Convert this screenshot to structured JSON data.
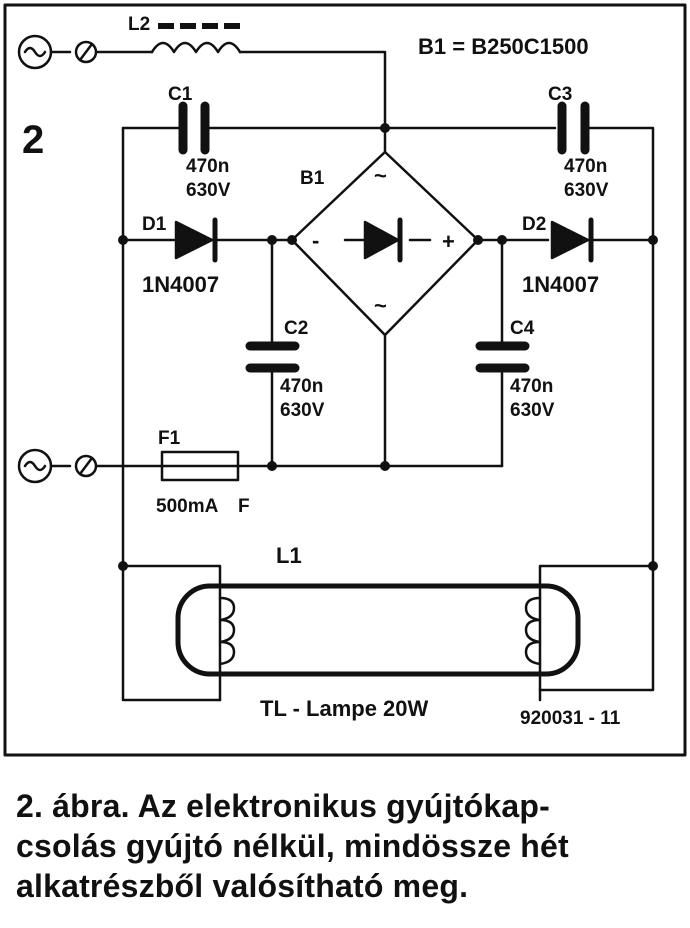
{
  "figure": {
    "number": "2",
    "bridge_spec": "B1 = B250C1500",
    "doc_code": "920031 - 11"
  },
  "components": {
    "L2": {
      "ref": "L2"
    },
    "C1": {
      "ref": "C1",
      "value": "470n",
      "voltage": "630V"
    },
    "C3": {
      "ref": "C3",
      "value": "470n",
      "voltage": "630V"
    },
    "B1": {
      "ref": "B1",
      "minus": "-",
      "plus": "+",
      "ac_top": "~",
      "ac_bottom": "~"
    },
    "D1": {
      "ref": "D1",
      "part": "1N4007"
    },
    "D2": {
      "ref": "D2",
      "part": "1N4007"
    },
    "C2": {
      "ref": "C2",
      "value": "470n",
      "voltage": "630V"
    },
    "C4": {
      "ref": "C4",
      "value": "470n",
      "voltage": "630V"
    },
    "F1": {
      "ref": "F1",
      "rating": "500mA",
      "type": "F"
    },
    "L1": {
      "ref": "L1",
      "description": "TL - Lampe 20W"
    }
  },
  "caption": {
    "line1": "2. ábra. Az elektronikus gyújtókap-",
    "line2": "csolás gyújtó nélkül, mindössze hét",
    "line3": "alkatrészből valósítható meg."
  }
}
